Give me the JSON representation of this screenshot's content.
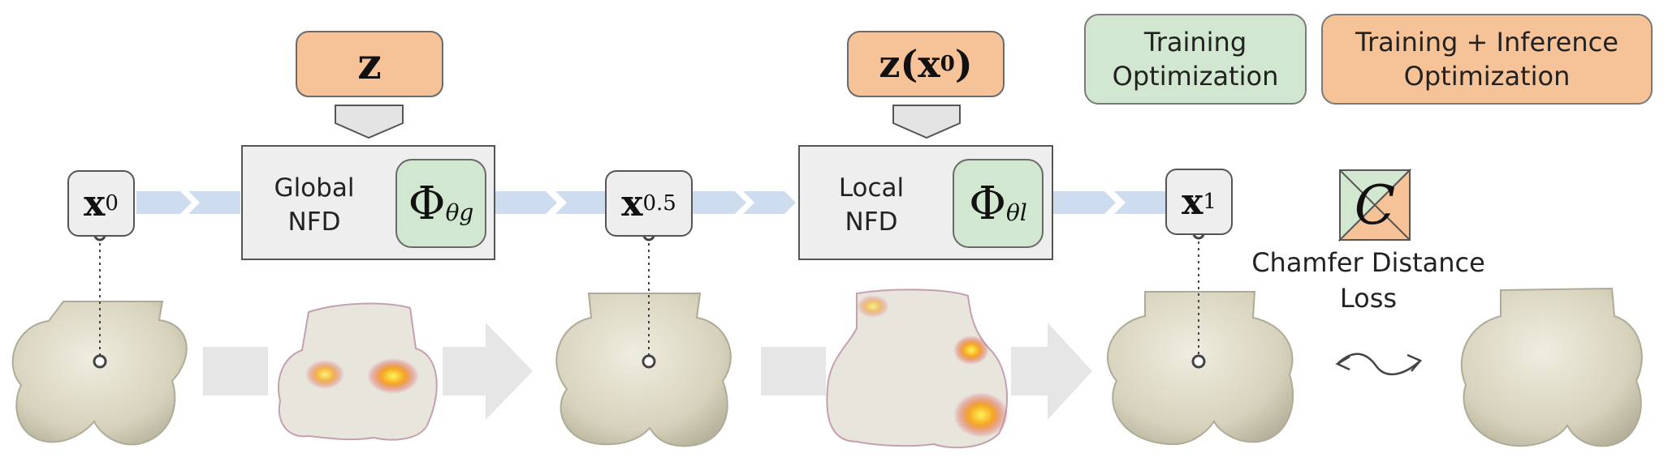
{
  "legend": {
    "training": "Training\nOptimization",
    "training_inference": "Training + Inference\nOptimization"
  },
  "latents": {
    "global": "z",
    "local_main": "z(x",
    "local_sub": "0",
    "local_close": ")"
  },
  "modules": {
    "global_label": "Global\nNFD",
    "global_phi": "Φ",
    "global_sub": "θg",
    "local_label": "Local\nNFD",
    "local_phi": "Φ",
    "local_sub": "θl"
  },
  "states": {
    "x0_main": "x",
    "x0_sub": "0",
    "x05_main": "x",
    "x05_sub": "0.5",
    "x1_main": "x",
    "x1_sub": "1"
  },
  "loss": {
    "symbol": "C",
    "label": "Chamfer Distance\nLoss"
  },
  "colors": {
    "training": "#d2e7cf",
    "training_inference": "#f6c297",
    "flow_arrow": "#cddcee",
    "stage_arrow": "#e6e6e6",
    "bone": "#dcd9c4"
  }
}
